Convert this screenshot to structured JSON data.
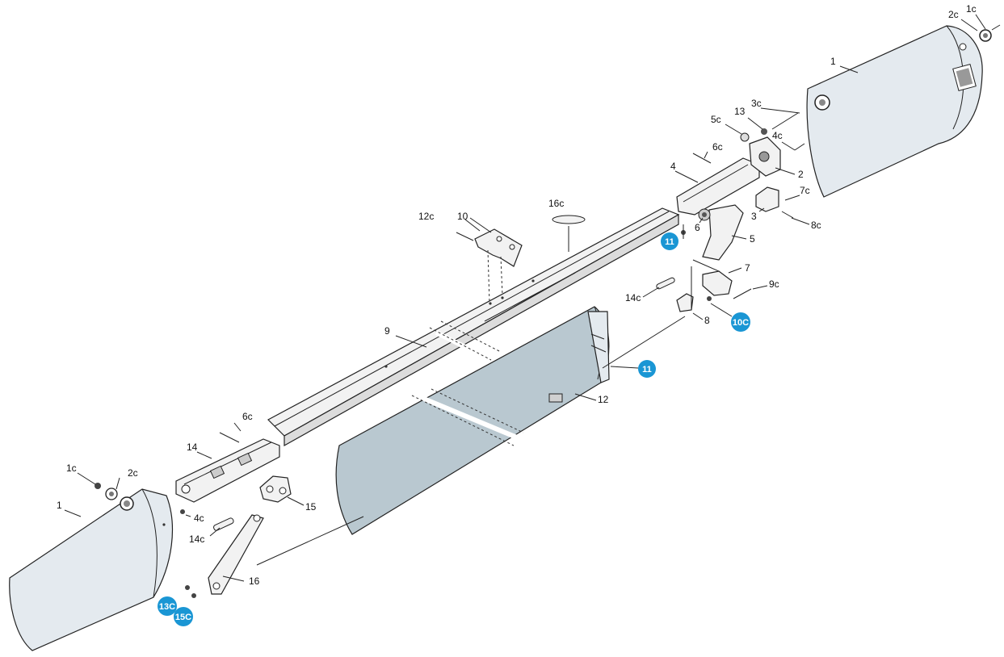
{
  "colors": {
    "cover_fill": "#e4eaef",
    "panel_fill": "#b9c8d0",
    "part_fill": "#f2f2f2",
    "badge_fill": "#1a96d4",
    "badge_text": "#ffffff",
    "line": "#222222"
  },
  "labels": {
    "1c_top": "1c",
    "2c_top": "2c",
    "1_top": "1",
    "3c": "3c",
    "13": "13",
    "5c": "5c",
    "4c_top": "4c",
    "6c_top": "6c",
    "4": "4",
    "2": "2",
    "7c": "7c",
    "3": "3",
    "8c": "8c",
    "6": "6",
    "5": "5",
    "16c": "16c",
    "12c": "12c",
    "10": "10",
    "7": "7",
    "9c": "9c",
    "14c_mid": "14c",
    "8": "8",
    "9": "9",
    "12": "12",
    "6c_bottom": "6c",
    "14": "14",
    "1c_bottom": "1c",
    "2c_bottom": "2c",
    "1_bottom": "1",
    "4c_bottom": "4c",
    "15": "15",
    "14c_bottom": "14c",
    "16": "16"
  },
  "badges": {
    "11_upper": "11",
    "10c": "10C",
    "11_lower": "11",
    "13c": "13C",
    "15c": "15C"
  }
}
